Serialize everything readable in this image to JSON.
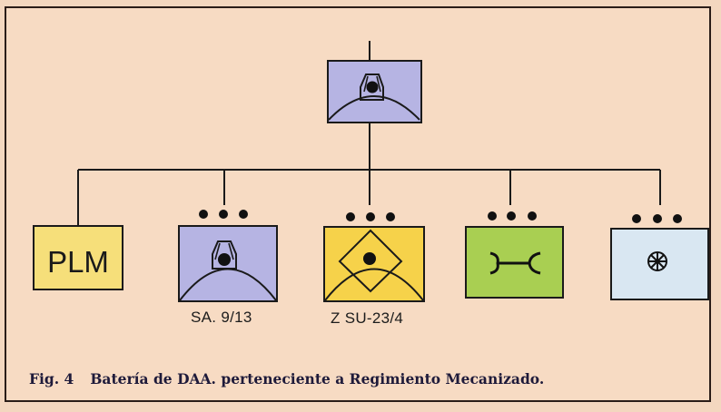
{
  "units": {
    "hq": {
      "fill": "#b6b4e3",
      "symbol": "radar-icon"
    },
    "plm": {
      "text": "PLM",
      "fill": "#f6df7a"
    },
    "sa913": {
      "label": "SA. 9/13",
      "fill": "#b6b4e3",
      "symbol": "radar-icon"
    },
    "zsu234": {
      "label": "Z SU-23/4",
      "fill": "#f6d24a",
      "symbol": "gun-diamond-icon"
    },
    "green": {
      "fill": "#a9cf52",
      "symbol": "bracket-icon"
    },
    "blue": {
      "fill": "#d9e7f2",
      "symbol": "wheel-icon"
    }
  },
  "caption": {
    "fig": "Fig. 4",
    "text": "Batería de DAA. perteneciente a Regimiento Mecanizado."
  }
}
